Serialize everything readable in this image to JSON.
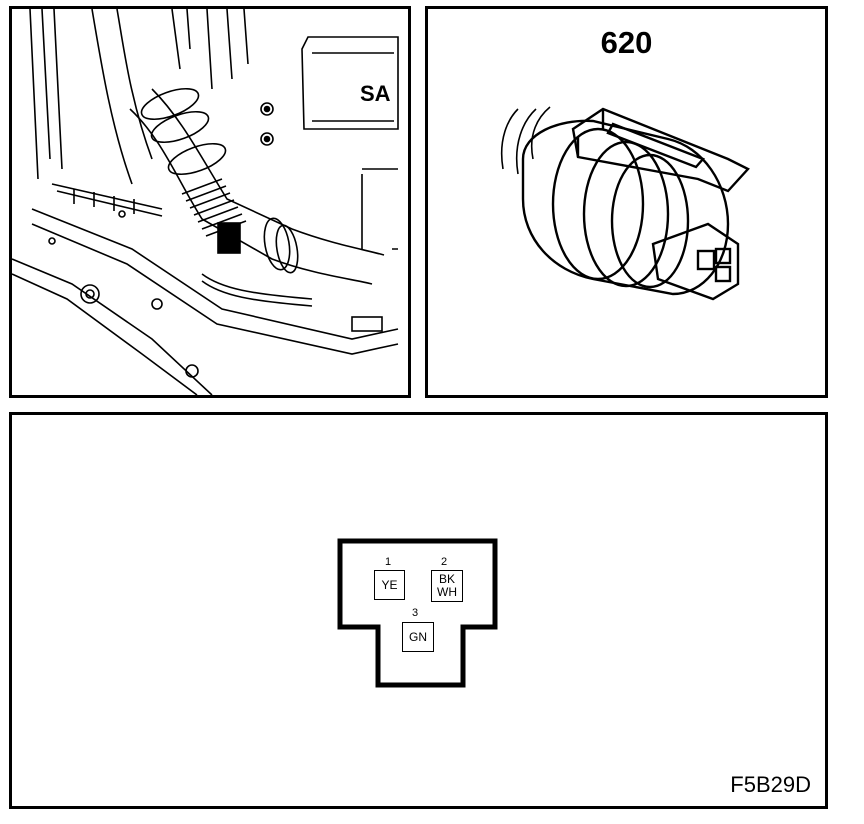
{
  "connector": {
    "id": "620",
    "pins": [
      {
        "number": "1",
        "color_top": "YE",
        "color_bottom": ""
      },
      {
        "number": "2",
        "color_top": "BK",
        "color_bottom": "WH"
      },
      {
        "number": "3",
        "color_top": "GN",
        "color_bottom": ""
      }
    ]
  },
  "engine_view": {
    "badge_text": "SA"
  },
  "figure_id": "F5B29D"
}
